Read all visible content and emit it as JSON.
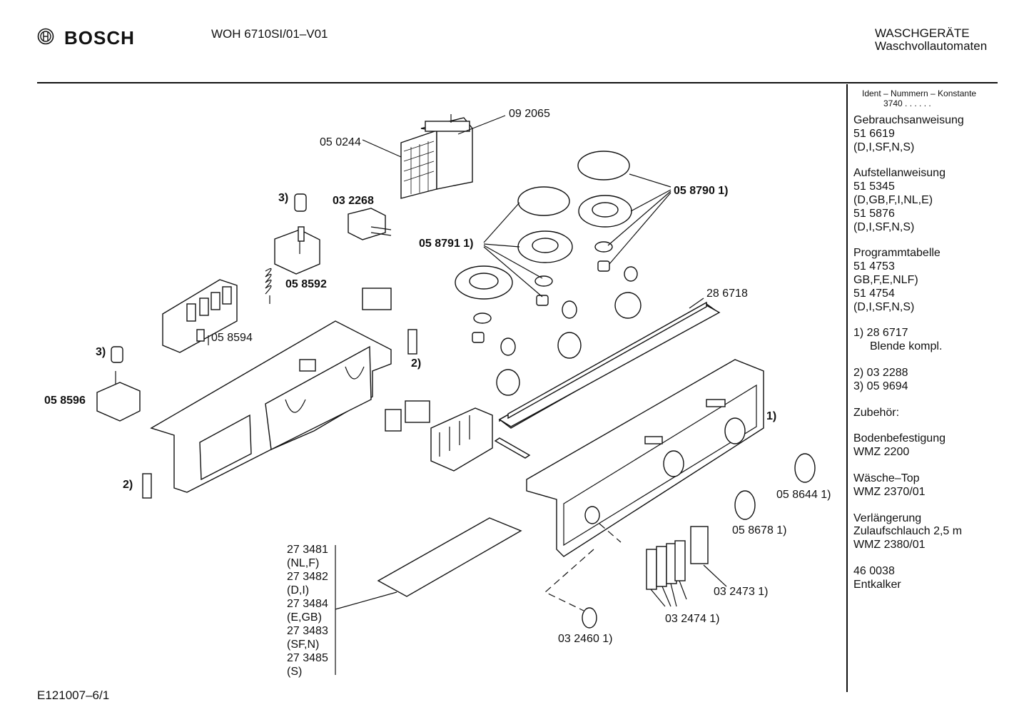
{
  "header": {
    "brand": "BOSCH",
    "model": "WOH 6710SI/01–V01",
    "category_line1": "WASCHGERÄTE",
    "category_line2": "Waschvollautomaten"
  },
  "footer": {
    "code": "E121007–6/1"
  },
  "sidebar": {
    "ident_title": "Ident – Nummern – Konstante",
    "ident_value": "3740  .  .    .  .  .  .",
    "groups": [
      {
        "lines": [
          "Gebrauchsanweisung",
          "51 6619",
          "(D,I,SF,N,S)"
        ]
      },
      {
        "lines": [
          "Aufstellanweisung",
          "51 5345",
          "(D,GB,F,I,NL,E)",
          "51 5876",
          "(D,I,SF,N,S)"
        ]
      },
      {
        "lines": [
          "Programmtabelle",
          "51 4753",
          "GB,F,E,NLF)",
          "51 4754",
          "(D,I,SF,N,S)"
        ]
      },
      {
        "lines": [
          "1)  28 6717"
        ],
        "indented": [
          "Blende kompl."
        ]
      },
      {
        "lines": [
          "2)  03 2288",
          "3)  05 9694"
        ]
      },
      {
        "lines": [
          "Zubehör:"
        ]
      },
      {
        "lines": [
          "Bodenbefestigung",
          "WMZ 2200"
        ]
      },
      {
        "lines": [
          "Wäsche–Top",
          "WMZ 2370/01"
        ]
      },
      {
        "lines": [
          "Verlängerung",
          "Zulaufschlauch 2,5 m",
          "WMZ 2380/01"
        ]
      },
      {
        "lines": [
          "46 0038",
          "Entkalker"
        ]
      }
    ]
  },
  "parts": {
    "p092065": "09 2065",
    "p050244": "05 0244",
    "p058790": "05 8790 1)",
    "p3a": "3)",
    "p032268": "03 2268",
    "p058791": "05 8791 1)",
    "p058592": "05 8592",
    "p286718": "28 6718",
    "p058594": "05 8594",
    "p3b": "3)",
    "p2a": "2)",
    "p058596": "05 8596",
    "p1": "1)",
    "p2b": "2)",
    "p058644": "05 8644 1)",
    "p058678": "05 8678 1)",
    "p032473": "03 2473 1)",
    "p032474": "03 2474 1)",
    "p032460": "03 2460 1)",
    "table_list": [
      "27 3481",
      "(NL,F)",
      "27 3482",
      "(D,I)",
      "27 3484",
      "(E,GB)",
      "27 3483",
      "(SF,N)",
      "27 3485",
      "(S)"
    ]
  }
}
